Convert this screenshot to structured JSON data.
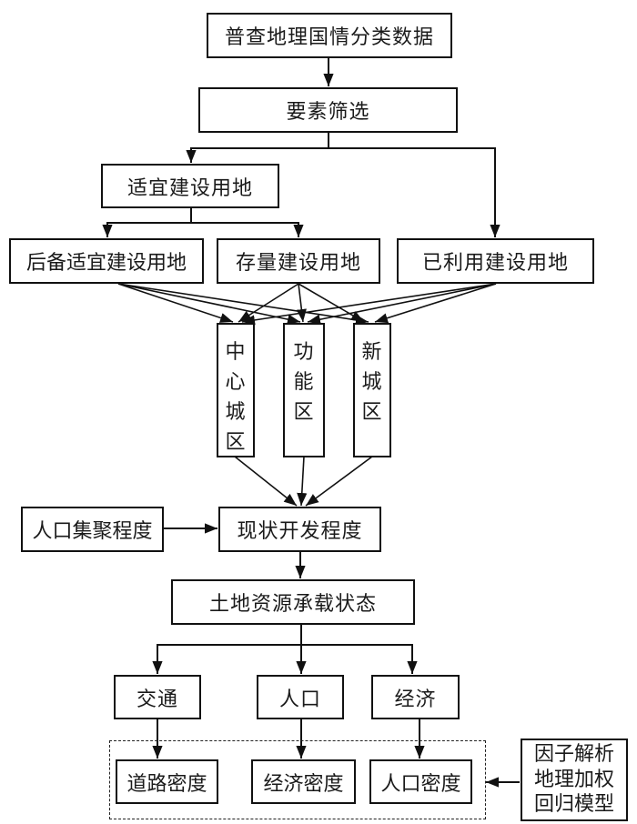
{
  "diagram": {
    "nodes": {
      "census_data": "普查地理国情分类数据",
      "feature_filter": "要素筛选",
      "suitable_land": "适宜建设用地",
      "reserve_suitable_land": "后备适宜建设用地",
      "existing_land": "存量建设用地",
      "used_land": "已利用建设用地",
      "central_urban": [
        "中",
        "心",
        "城",
        "区"
      ],
      "functional_area": [
        "功",
        "能",
        "区"
      ],
      "new_town": [
        "新",
        "城",
        "区"
      ],
      "population_agglomeration": "人口集聚程度",
      "current_development": "现状开发程度",
      "land_carrying_state": "土地资源承载状态",
      "traffic": "交通",
      "population": "人口",
      "economy": "经济",
      "road_density": "道路密度",
      "economic_density": "经济密度",
      "population_density": "人口密度",
      "model": [
        "因子解析",
        "地理加权",
        "回归模型"
      ]
    },
    "edges": [
      [
        "census_data",
        "feature_filter"
      ],
      [
        "feature_filter",
        "suitable_land"
      ],
      [
        "feature_filter",
        "used_land"
      ],
      [
        "suitable_land",
        "reserve_suitable_land"
      ],
      [
        "suitable_land",
        "existing_land"
      ],
      [
        "reserve_suitable_land",
        "central_urban"
      ],
      [
        "reserve_suitable_land",
        "functional_area"
      ],
      [
        "reserve_suitable_land",
        "new_town"
      ],
      [
        "existing_land",
        "central_urban"
      ],
      [
        "existing_land",
        "functional_area"
      ],
      [
        "existing_land",
        "new_town"
      ],
      [
        "used_land",
        "central_urban"
      ],
      [
        "used_land",
        "functional_area"
      ],
      [
        "used_land",
        "new_town"
      ],
      [
        "central_urban",
        "current_development"
      ],
      [
        "functional_area",
        "current_development"
      ],
      [
        "new_town",
        "current_development"
      ],
      [
        "population_agglomeration",
        "current_development"
      ],
      [
        "current_development",
        "land_carrying_state"
      ],
      [
        "land_carrying_state",
        "traffic"
      ],
      [
        "land_carrying_state",
        "population"
      ],
      [
        "land_carrying_state",
        "economy"
      ],
      [
        "traffic",
        "road_density"
      ],
      [
        "population",
        "economic_density"
      ],
      [
        "economy",
        "population_density"
      ],
      [
        "model",
        "density_group"
      ]
    ],
    "line_color": "#111111"
  }
}
